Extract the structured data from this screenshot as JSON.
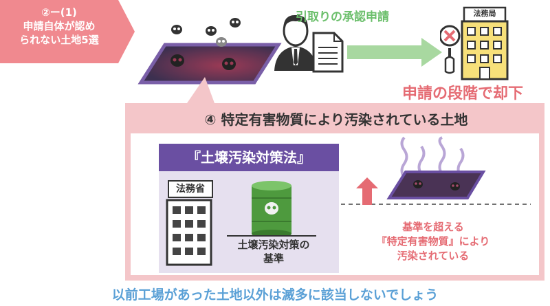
{
  "badge": {
    "text": "②ー(1)\n申請自体が認め\nられない土地5選"
  },
  "request": {
    "label": "引取りの承認申請"
  },
  "agency": {
    "label": "法務局"
  },
  "reject": {
    "text": "申請の段階で却下"
  },
  "panel": {
    "title": "④ 特定有害物質により汚染されている土地"
  },
  "law": {
    "title": "『土壌汚染対策法』"
  },
  "ministry": {
    "label": "法務省"
  },
  "standard": {
    "label": "土壌汚染対策の\n基準"
  },
  "exceed": {
    "text": "基準を超える\n『特定有害物質』により\n汚染されている"
  },
  "footer": {
    "text": "以前工場があった土地以外は滅多に該当しないでしょう"
  },
  "colors": {
    "badge_pink": "#f0898f",
    "panel_border": "#f4c6c9",
    "purple": "#6a4fa2",
    "light_purple": "#e6e0ef",
    "green": "#a8d8a0",
    "red": "#e56b73",
    "blue": "#5aa0d6",
    "yellow": "#f7e07a"
  }
}
